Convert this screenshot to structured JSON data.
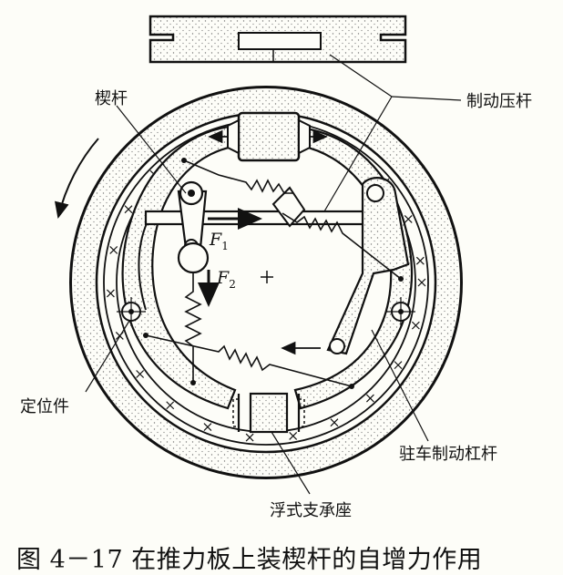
{
  "labels": {
    "wedge": "楔杆",
    "brake_push_rod": "制动压杆",
    "locator": "定位件",
    "parking_lever": "驻车制动杠杆",
    "floating_support": "浮式支承座",
    "force1_symbol": "F",
    "force1_sub": "1",
    "force2_symbol": "F",
    "force2_sub": "2"
  },
  "caption": "图 4－17 在推力板上装楔杆的自增力作用",
  "colors": {
    "ink": "#111111",
    "paper": "#fdfdf8",
    "stipple": "#7a7a7a"
  }
}
